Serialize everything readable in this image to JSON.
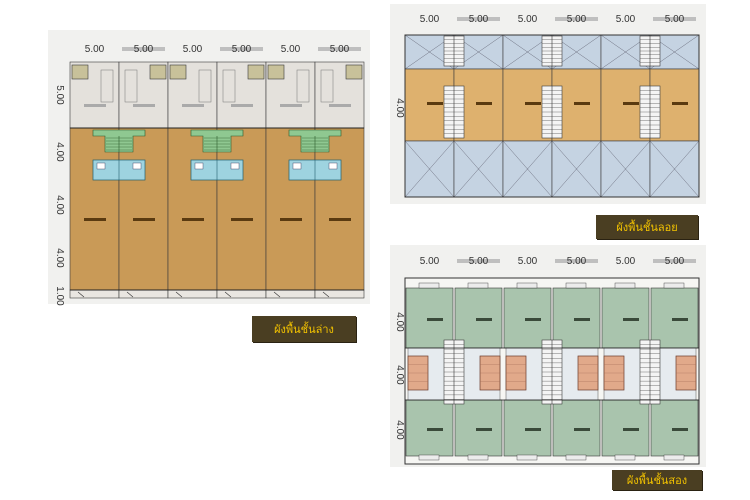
{
  "dimensions": {
    "module": "5.00",
    "ground_side": [
      "5.00",
      "4.00",
      "4.00",
      "4.00",
      "1.00"
    ],
    "mezz_side": [
      "4.00"
    ],
    "second_side": [
      "4.00",
      "4.00",
      "4.00"
    ]
  },
  "labels": {
    "ground_floor": "ผังพื้นชั้นล่าง",
    "mezzanine_floor": "ผังพื้นชั้นลอย",
    "second_floor": "ผังพื้นชั้นสอง"
  },
  "colors": {
    "shop": "#c99a57",
    "mezz_floor": "#deb16e",
    "void": "#c5d3e2",
    "bedroom": "#a9c4ad",
    "bath": "#9ed3e0",
    "stair_green": "#8fc891",
    "wet": "#e1a98a",
    "label_bg": "#4a3e22",
    "label_text": "#f2c200"
  }
}
